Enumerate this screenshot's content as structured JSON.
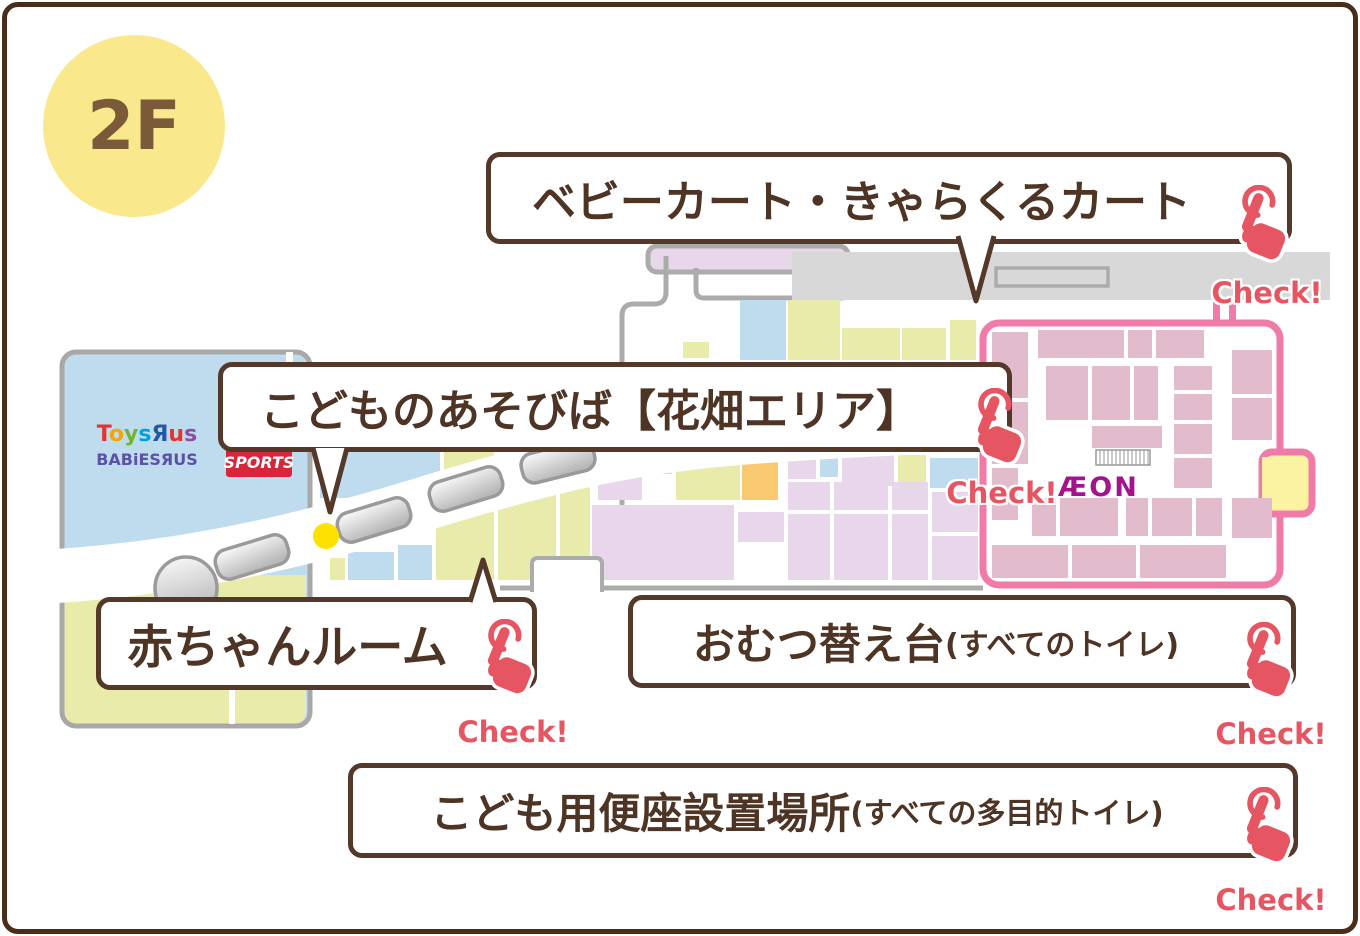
{
  "floor_badge": {
    "label": "2F"
  },
  "ui": {
    "check_label": "Check!"
  },
  "callouts": [
    {
      "id": "baby-cart",
      "label": "ベビーカート・きゃらくるカート"
    },
    {
      "id": "play-area",
      "label": "こどものあそびば【花畑エリア】"
    },
    {
      "id": "baby-room",
      "label": "赤ちゃんルーム"
    },
    {
      "id": "diaper-table",
      "label": "おむつ替え台",
      "sub": "(すべてのトイレ)"
    },
    {
      "id": "kids-toilet-seat",
      "label": "こども用便座設置場所",
      "sub": "(すべての多目的トイレ)"
    }
  ],
  "map": {
    "stores": {
      "toys_letters": [
        "T",
        "o",
        "y",
        "s",
        "Я",
        "u",
        "s"
      ],
      "babiesrus": "BABiESЯUS",
      "sports": "SPORTS",
      "aeon": "ÆON"
    },
    "colors": {
      "check_red": "#E55662",
      "callout_brown": "#54382A",
      "aeon_pink": "#F07BA8",
      "aeon_logo_purple": "#A3138C",
      "floor_circle_yellow": "#F9E88C",
      "toysrus_building_blue": "#BFDCEF",
      "tenant_yellow_green": "#E9EBAB",
      "tenant_lavender": "#E8D7EB",
      "tenant_orange": "#F9C96F",
      "aeon_block_pink": "#E2BCCD",
      "roof_grey": "#D8D8D8",
      "play_marker_yellow": "#FFE100"
    }
  }
}
